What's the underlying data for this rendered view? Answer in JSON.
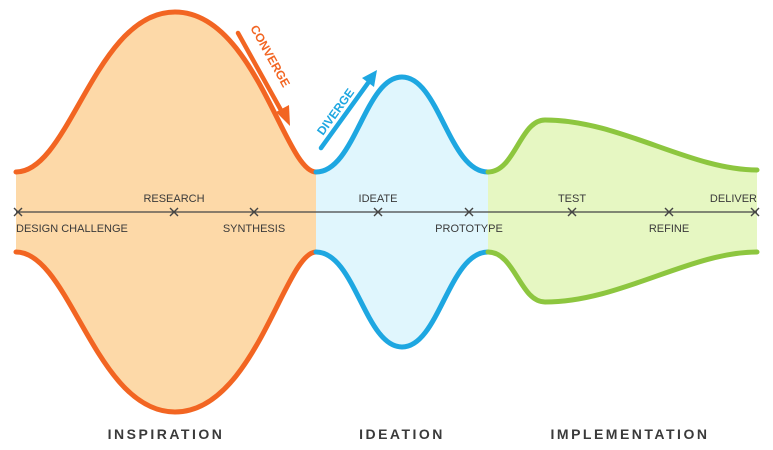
{
  "colors": {
    "inspiration_stroke": "#f26522",
    "inspiration_fill": "#fdd9a8",
    "ideation_stroke": "#1ea7e1",
    "ideation_fill": "#e0f6fd",
    "implementation_stroke": "#8dc63f",
    "implementation_fill": "#e6f7c2",
    "axis": "#444444",
    "text": "#3a3a3a"
  },
  "arrows": {
    "converge": "CONVERGE",
    "diverge": "DIVERGE"
  },
  "steps": [
    {
      "id": "design-challenge",
      "label": "DESIGN CHALLENGE"
    },
    {
      "id": "research",
      "label": "RESEARCH"
    },
    {
      "id": "synthesis",
      "label": "SYNTHESIS"
    },
    {
      "id": "ideate",
      "label": "IDEATE"
    },
    {
      "id": "prototype",
      "label": "PROTOTYPE"
    },
    {
      "id": "test",
      "label": "TEST"
    },
    {
      "id": "refine",
      "label": "REFINE"
    },
    {
      "id": "deliver",
      "label": "DELIVER"
    }
  ],
  "phases": [
    {
      "id": "inspiration",
      "label": "INSPIRATION"
    },
    {
      "id": "ideation",
      "label": "IDEATION"
    },
    {
      "id": "implementation",
      "label": "IMPLEMENTATION"
    }
  ]
}
